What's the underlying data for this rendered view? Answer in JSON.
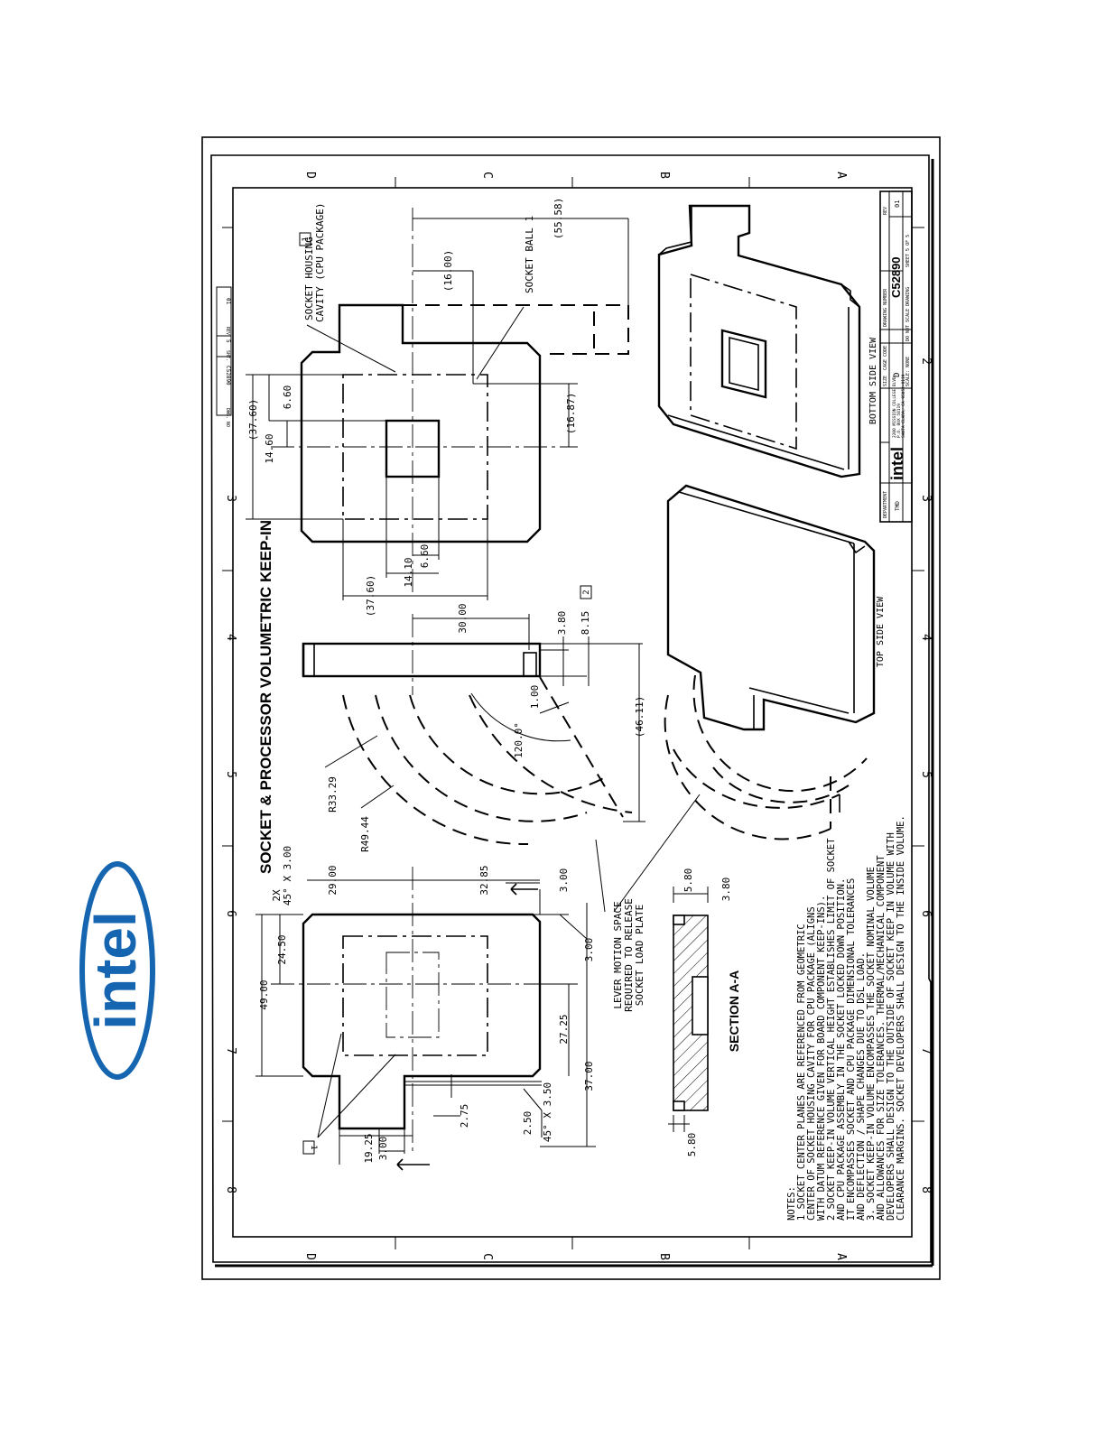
{
  "brand": {
    "logo_text": "intel",
    "color": "#1565b0"
  },
  "sheet": {
    "title": "SOCKET & PROCESSOR VOLUMETRIC KEEP-IN",
    "zone_letters": [
      "D",
      "C",
      "B",
      "A"
    ],
    "zone_numbers": [
      "8",
      "7",
      "6",
      "5",
      "4",
      "3",
      "2"
    ],
    "views": {
      "section": "SECTION A-A",
      "top_side": "TOP SIDE VIEW",
      "bottom_side": "BOTTOM SIDE VIEW"
    },
    "labels": {
      "socket_housing": "SOCKET HOUSING",
      "cavity": "CAVITY (CPU PACKAGE)",
      "socket_ball": "SOCKET BALL 1",
      "lever_motion": [
        "LEVER MOTION SPACE",
        "REQUIRED TO RELEASE",
        "SOCKET LOAD PLATE"
      ],
      "chamfer_2x": "2X",
      "chamfer_a": "45° X 3.00",
      "chamfer_b": "45° X 3.50",
      "note_box_1": "1",
      "note_box_2": "2"
    },
    "dimensions": {
      "d49_00": "49.00",
      "d24_50": "24.50",
      "d29_00": "29.00",
      "d32_85": "32.85",
      "d3_00_a": "3.00",
      "d3_00_b": "3.00",
      "d3_00_c": "3.00",
      "d27_25": "27.25",
      "d37_00": "37.00",
      "d2_75": "2.75",
      "d2_50": "2.50",
      "d19_25": "19.25",
      "d5_80_a": "5.80",
      "d5_80_b": "5.80",
      "d3_80_a": "3.80",
      "d3_80_b": "3.80",
      "d8_15": "8.15",
      "d30_00": "30.00",
      "d1_00": "1.00",
      "d120": "120.0°",
      "d46_11": "(46.11)",
      "r33_29": "R33.29",
      "r49_44": "R49.44",
      "d37_60_a": "(37.60)",
      "d37_60_b": "(37.60)",
      "d14_60": "14.60",
      "d6_60_a": "6.60",
      "d14_10": "14.10",
      "d6_60_b": "6.60",
      "d16_87": "(16.87)",
      "d16_00": "(16.00)",
      "d55_58": "(55.58)"
    },
    "notes": {
      "heading": "NOTES:",
      "lines": [
        "1  SOCKET CENTER PLANES ARE REFERENCED FROM GEOMETRIC",
        "   CENTER OF SOCKET HOUSING CAVITY FOR CPU PACKAGE (ALIGNS",
        "   WITH DATUM REFERENCE GIVEN FOR BOARD COMPONENT KEEP-INS).",
        "2  SOCKET KEEP-IN VOLUME VERTICAL HEIGHT ESTABLISHES LIMIT OF SOCKET",
        "   AND CPU PACKAGE ASSEMBLY IN THE SOCKET LOCKED DOWN POSITION.",
        "   IT ENCOMPASSES SOCKET AND CPU PACKAGE DIMENSIONAL TOLERANCES",
        "   AND DEFLECTION / SHAPE CHANGES DUE TO DSL LOAD.",
        "3. SOCKET KEEP-IN VOLUME ENCOMPASSES THE SOCKET NOMINAL VOLUME",
        "   AND ALLOWANCES FOR SIZE TOLERANCES. THERMAL/MECHANICAL COMPONENT",
        "   DEVELOPERS SHALL DESIGN TO THE OUTSIDE OF SOCKET KEEP IN VOLUME WITH",
        "   CLEARANCE MARGINS.  SOCKET DEVELOPERS SHALL DESIGN TO THE INSIDE VOLUME."
      ]
    },
    "title_block": {
      "department": "DEPARTMENT",
      "dept_value": "TMD",
      "company": "intel",
      "address": [
        "2200 MISSION COLLEGE BLVD.",
        "P.O. BOX 58119",
        "SANTA CLARA, CA 95052-8119"
      ],
      "size_label": "SIZE",
      "size_value": "D",
      "cage_label": "CAGE CODE",
      "drawing_label": "DRAWING NUMBER",
      "drawing_number": "C52890",
      "rev_label": "REV",
      "rev_value": "01",
      "scale": "SCALE: NONE",
      "do_not_scale": "DO NOT SCALE DRAWING",
      "sheet": "SHEET 5 OF 5",
      "side_dwg_no": "DWG. NO",
      "side_number": "C52890",
      "side_sht": "SHT.",
      "side_sht_value": "5",
      "side_rev": "REV",
      "side_rev_value": "01"
    }
  }
}
